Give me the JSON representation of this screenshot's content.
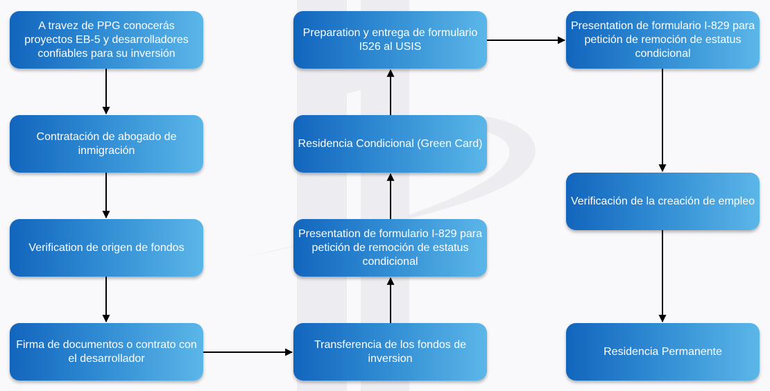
{
  "diagram": {
    "type": "flowchart",
    "colors": {
      "box_gradient_start": "#1265bd",
      "box_gradient_end": "#5bb6e8",
      "text": "#ffffff",
      "arrow": "#000000",
      "background": "#f9f8fb",
      "watermark": "#ededf1"
    },
    "nodes": [
      {
        "id": "n1",
        "label": "A travez de PPG conocerás proyectos EB-5 y desarrolladores confiables para su inversión"
      },
      {
        "id": "n2",
        "label": "Contratación de abogado de inmigración"
      },
      {
        "id": "n3",
        "label": "Verification de origen de fondos"
      },
      {
        "id": "n4",
        "label": "Firma de documentos o contrato con el desarrollador"
      },
      {
        "id": "n5",
        "label": "Transferencia de los fondos de inversion"
      },
      {
        "id": "n6",
        "label": "Presentation de formulario I-829 para petición de remoción de estatus condicional"
      },
      {
        "id": "n7",
        "label": "Residencia Condicional (Green Card)"
      },
      {
        "id": "n8",
        "label": "Preparation y entrega de formulario I526 al USIS"
      },
      {
        "id": "n9",
        "label": "Presentation de formulario I-829 para petición de remoción de estatus condicional"
      },
      {
        "id": "n10",
        "label": "Verificación de la creación de empleo"
      },
      {
        "id": "n11",
        "label": "Residencia Permanente"
      }
    ],
    "edges": [
      {
        "from": "n1",
        "to": "n2"
      },
      {
        "from": "n2",
        "to": "n3"
      },
      {
        "from": "n3",
        "to": "n4"
      },
      {
        "from": "n4",
        "to": "n5"
      },
      {
        "from": "n5",
        "to": "n6"
      },
      {
        "from": "n6",
        "to": "n7"
      },
      {
        "from": "n7",
        "to": "n8"
      },
      {
        "from": "n8",
        "to": "n9"
      },
      {
        "from": "n9",
        "to": "n10"
      },
      {
        "from": "n10",
        "to": "n11"
      }
    ]
  }
}
